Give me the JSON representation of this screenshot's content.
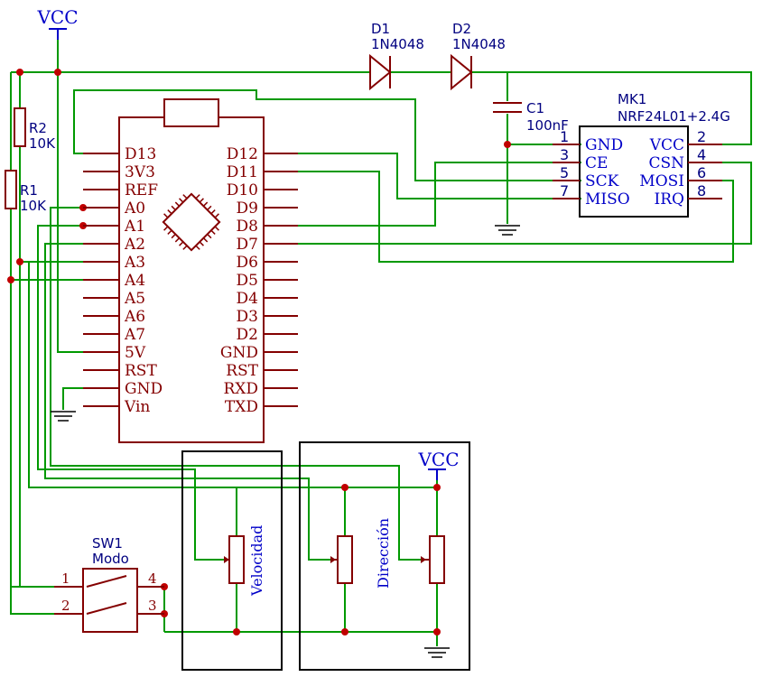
{
  "colors": {
    "wire": "#009900",
    "part": "#840000",
    "text_blue": "#0000c8",
    "pin_label": "#840000",
    "junction": "#c00000",
    "box": "#000000"
  },
  "power": {
    "vcc_top": "VCC",
    "vcc_pot": "VCC"
  },
  "resistors": {
    "r2_ref": "R2",
    "r2_val": "10K",
    "r1_ref": "R1",
    "r1_val": "10K"
  },
  "diodes": {
    "d1_ref": "D1",
    "d1_val": "1N4048",
    "d2_ref": "D2",
    "d2_val": "1N4048"
  },
  "capacitor": {
    "ref": "C1",
    "val": "100nF"
  },
  "arduino": {
    "left_pins": [
      "D13",
      "3V3",
      "REF",
      "A0",
      "A1",
      "A2",
      "A3",
      "A4",
      "A5",
      "A6",
      "A7",
      "5V",
      "RST",
      "GND",
      "Vin"
    ],
    "right_pins": [
      "D12",
      "D11",
      "D10",
      "D9",
      "D8",
      "D7",
      "D6",
      "D5",
      "D4",
      "D3",
      "D2",
      "GND",
      "RST",
      "RXD",
      "TXD"
    ]
  },
  "nrf": {
    "ref": "MK1",
    "val": "NRF24L01+2.4G",
    "left_pins": [
      {
        "num": "1",
        "name": "GND"
      },
      {
        "num": "3",
        "name": "CE"
      },
      {
        "num": "5",
        "name": "SCK"
      },
      {
        "num": "7",
        "name": "MISO"
      }
    ],
    "right_pins": [
      {
        "num": "2",
        "name": "VCC"
      },
      {
        "num": "4",
        "name": "CSN"
      },
      {
        "num": "6",
        "name": "MOSI"
      },
      {
        "num": "8",
        "name": "IRQ"
      }
    ]
  },
  "switch": {
    "ref": "SW1",
    "val": "Modo",
    "pins": [
      "1",
      "2",
      "4",
      "3"
    ]
  },
  "boxes": {
    "velocidad": "Velocidad",
    "direccion": "Dirección"
  }
}
